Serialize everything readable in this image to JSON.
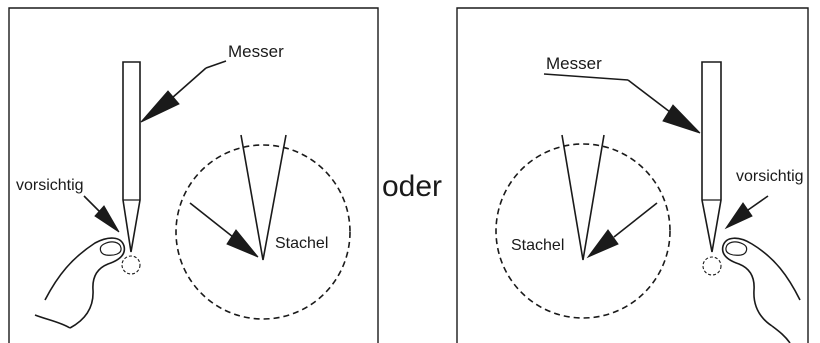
{
  "left_panel": {
    "knife_label": "Messer",
    "careful_label": "vorsichtig",
    "spine_label": "Stachel"
  },
  "connector": {
    "label": "oder"
  },
  "right_panel": {
    "knife_label": "Messer",
    "careful_label": "vorsichtig",
    "spine_label": "Stachel"
  }
}
